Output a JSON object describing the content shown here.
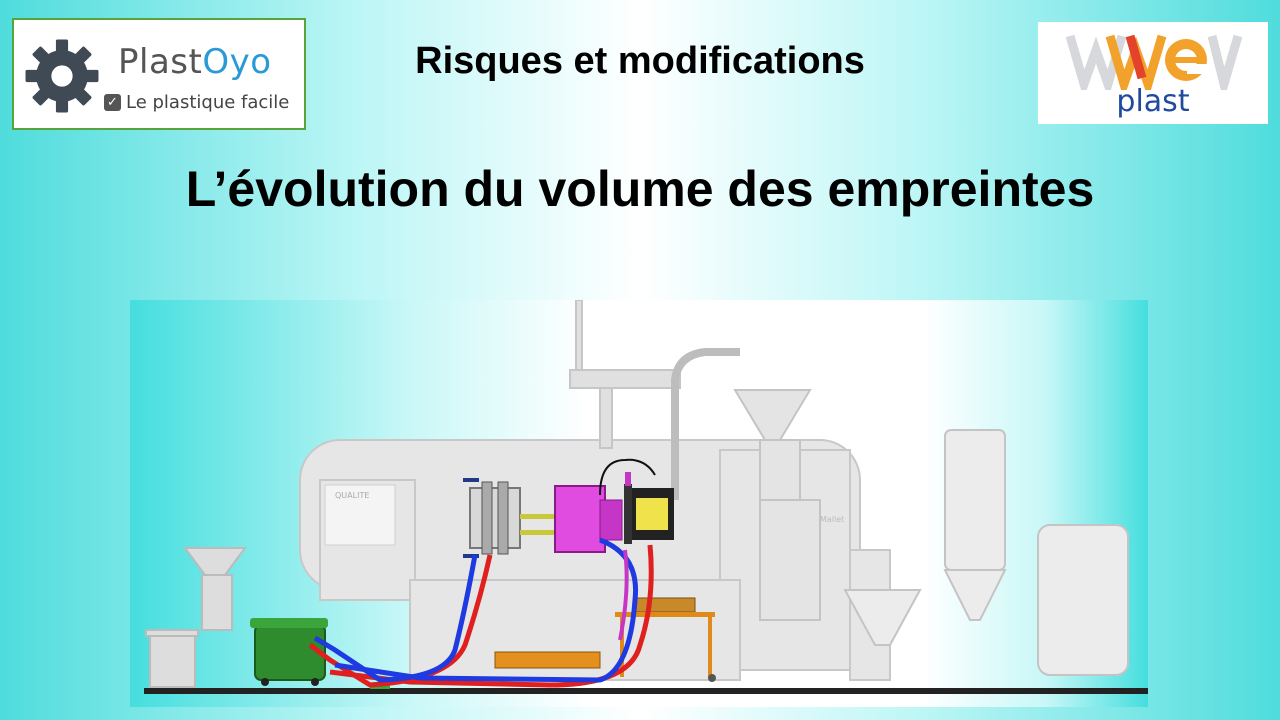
{
  "logo_left": {
    "brand_plain": "Plast",
    "brand_accent": "Oyo",
    "tagline": "Le plastique facile",
    "icon": "gear-icon",
    "accent_color": "#2a9ad6",
    "border_color": "#58a33a"
  },
  "header": {
    "subtitle": "Risques et modifications",
    "title": "L’évolution du volume des empreintes"
  },
  "logo_right": {
    "brand_top": "WeV",
    "brand_bottom": "plast",
    "colors": [
      "#f2a12a",
      "#e3432b",
      "#1f4aa0"
    ]
  },
  "illustration": {
    "labels": {
      "quality_panel": "QUALITE",
      "maker_plate": "Mallet"
    }
  }
}
